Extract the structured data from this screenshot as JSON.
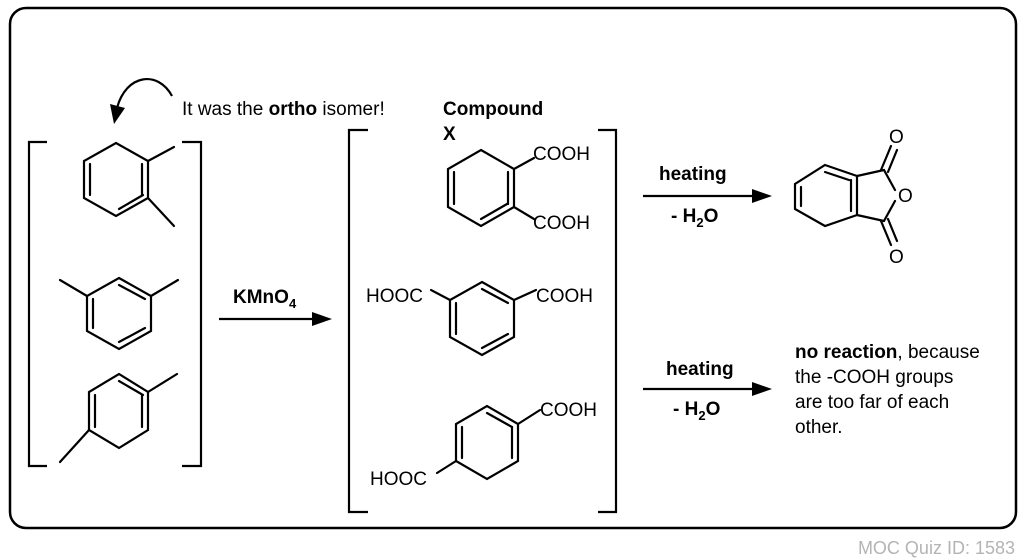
{
  "note": {
    "prefix": "It was the ",
    "emph": "ortho",
    "suffix": " isomer!"
  },
  "compound_label": {
    "line1": "Compound",
    "line2": "X"
  },
  "reagent": {
    "main": "KMnO",
    "sub": "4"
  },
  "groups": {
    "cooh": "COOH",
    "hooc": "HOOC"
  },
  "anhydride_atoms": {
    "o_top": "O",
    "o_ring": "O",
    "o_bottom": "O"
  },
  "arrow_top": {
    "label": "heating",
    "cond_prefix": "- H",
    "cond_sub": "2",
    "cond_suffix": "O"
  },
  "arrow_bottom": {
    "label": "heating",
    "cond_prefix": "- H",
    "cond_sub": "2",
    "cond_suffix": "O"
  },
  "result_note": {
    "bold": "no reaction",
    "line1_rest": ", because",
    "line2": "the -COOH  groups",
    "line3": "are too far of each",
    "line4": "other."
  },
  "footer": "MOC Quiz ID: 1583"
}
